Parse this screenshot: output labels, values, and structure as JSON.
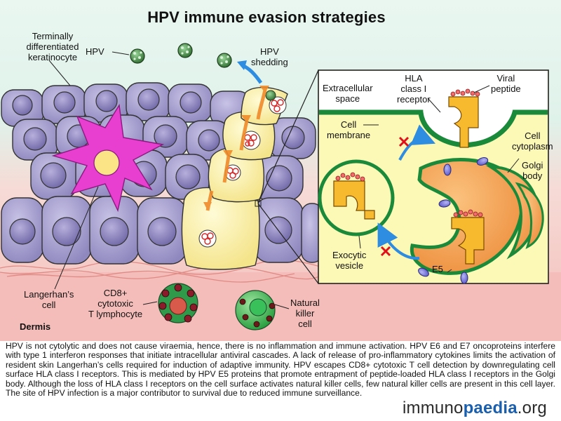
{
  "title": "HPV immune evasion strategies",
  "labels": {
    "keratinocyte": [
      "Terminally",
      "differentiated",
      "keratinocyte"
    ],
    "hpv": "HPV",
    "shedding": [
      "HPV",
      "shedding"
    ],
    "langerhans": [
      "Langerhan’s",
      "cell"
    ],
    "cd8": [
      "CD8+",
      "cytotoxic",
      "T lymphocyte"
    ],
    "nk": [
      "Natural",
      "killer",
      "cell"
    ],
    "dermis": "Dermis",
    "extracellular": [
      "Extracellular",
      "space"
    ],
    "hla": [
      "HLA",
      "class I",
      "receptor"
    ],
    "viral_peptide": [
      "Viral",
      "peptide"
    ],
    "cell_membrane": [
      "Cell",
      "membrane"
    ],
    "cell_cytoplasm": [
      "Cell",
      "cytoplasm"
    ],
    "golgi": [
      "Golgi",
      "body"
    ],
    "exocytic": [
      "Exocytic",
      "vesicle"
    ],
    "e5": "E5"
  },
  "caption": "HPV is not cytolytic and does not cause viraemia, hence, there is no inflammation and immune activation. HPV E6 and E7 oncoproteins interfere with type 1 interferon responses that initiate intracellular antiviral cascades. A lack of release of pro-inflammatory cytokines limits the activation of resident skin Langerhan’s cells required for induction of adaptive immunity. HPV escapes CD8+ cytotoxic T cell detection by downregulating cell surface HLA class I receptors. This is mediated by HPV E5 proteins that promote entrapment of peptide-loaded HLA class I receptors in the Golgi body. Although the loss of HLA class I receptors on the cell surface activates natural killer cells, few natural killer cells are present in this cell layer. The site of HPV infection is a major contributor to survival due to reduced immune surveillance.",
  "brand": {
    "part1": "immuno",
    "part2": "paedia",
    "part3": ".org"
  },
  "colors": {
    "sky": "#dff2ea",
    "dermis": "#f5c3bf",
    "cell_fill": "#a7a0cb",
    "cell_nucleus": "#7f78b3",
    "infected_cell": "#fbf0a8",
    "langerhans": "#e83fd0",
    "inset_bg": "#fcf8b6",
    "membrane": "#1a8a3a",
    "golgi": "#f39a4a",
    "hla": "#f7b92e",
    "arrow_blue": "#2e8de0",
    "arrow_orange": "#f08a2a",
    "block_red": "#e0101a",
    "e5": "#7a78e0"
  }
}
